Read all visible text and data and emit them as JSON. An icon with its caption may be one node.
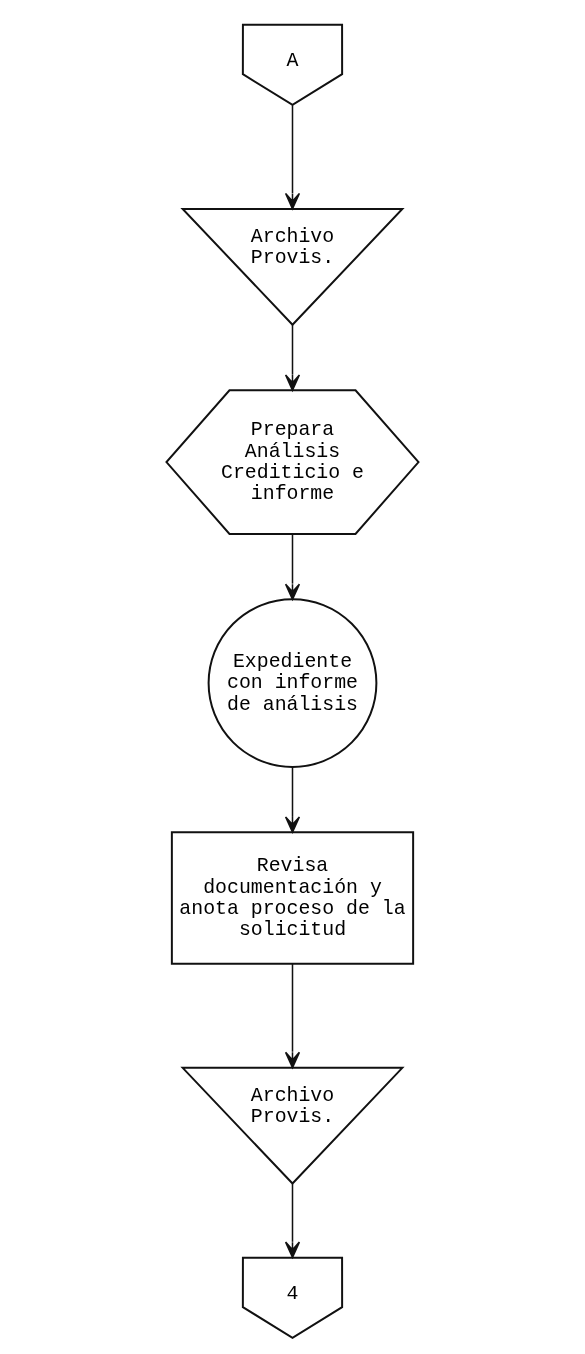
{
  "diagram": {
    "nodes": [
      {
        "text": [
          "A"
        ]
      },
      {
        "text": [
          "Archivo Provis."
        ]
      },
      {
        "text": [
          "Prepara Análisis Crediticio e informe"
        ]
      },
      {
        "text": [
          "Expediente con informe de análisis"
        ]
      },
      {
        "text": [
          "Revisa documentación y anota proceso de la solicitud"
        ]
      },
      {
        "text": [
          "Archivo Provis."
        ]
      },
      {
        "text": [
          "4"
        ]
      }
    ],
    "edges": [
      {
        "from": 0,
        "to": 1,
        "arrow": "to"
      },
      {
        "from": 1,
        "to": 2,
        "arrow": "to"
      },
      {
        "from": 2,
        "to": 3,
        "arrow": "to"
      },
      {
        "from": 3,
        "to": 4,
        "arrow": "to"
      },
      {
        "from": 4,
        "to": 5,
        "arrow": "to"
      },
      {
        "from": 5,
        "to": 6,
        "arrow": "to"
      }
    ]
  }
}
